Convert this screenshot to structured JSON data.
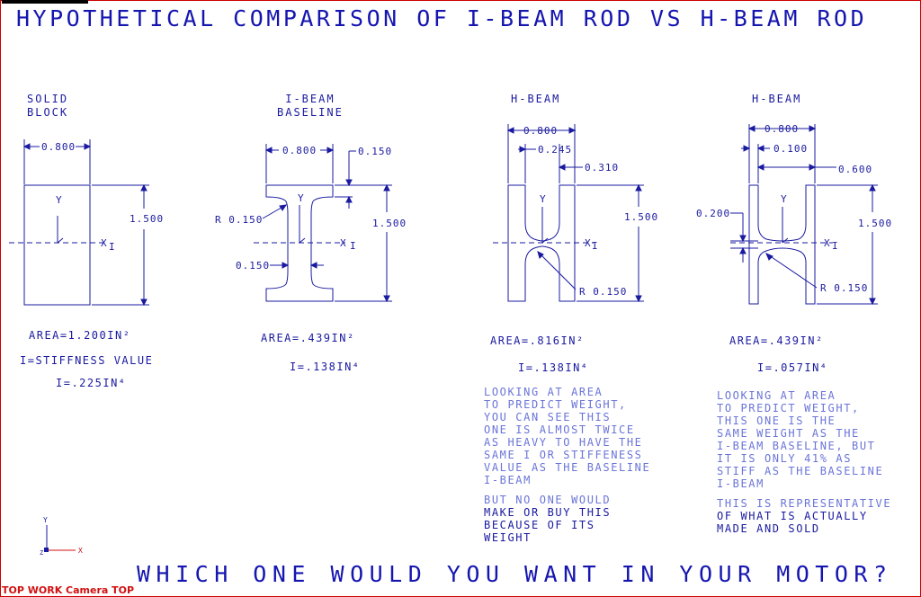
{
  "title": "HYPOTHETICAL COMPARISON OF I-BEAM ROD VS H-BEAM ROD",
  "question": "WHICH ONE WOULD YOU WANT IN YOUR MOTOR?",
  "viewport_label": "TOP WORK Camera TOP",
  "colors": {
    "ink": "#1a1aa0",
    "light_ink": "#6b75d8",
    "label_red": "#d01010",
    "frame": "#cc0000"
  },
  "solid": {
    "header_1": "SOLID",
    "header_2": "BLOCK",
    "width": "0.800",
    "height": "1.500",
    "area": "AREA=1.200IN²",
    "stiffness_label": "I=STIFFNESS VALUE",
    "inertia": "I=.225IN⁴"
  },
  "ibeam": {
    "header_1": "I-BEAM",
    "header_2": "BASELINE",
    "width": "0.800",
    "flange": "0.150",
    "height": "1.500",
    "radius": "R 0.150",
    "web": "0.150",
    "area": "AREA=.439IN²",
    "inertia": "I=.138IN⁴"
  },
  "hbeam1": {
    "header": "H-BEAM",
    "width": "0.800",
    "slot": "0.245",
    "depth": "0.310",
    "height": "1.500",
    "radius": "R 0.150",
    "area": "AREA=.816IN²",
    "inertia": "I=.138IN⁴",
    "note_lines": [
      "LOOKING AT AREA",
      "TO PREDICT WEIGHT,",
      "YOU CAN SEE THIS",
      "ONE IS ALMOST TWICE",
      "AS HEAVY TO HAVE THE",
      "SAME I OR STIFFENESS",
      "VALUE AS THE BASELINE",
      "I-BEAM"
    ],
    "note2_lines": [
      "BUT NO ONE WOULD",
      "MAKE OR BUY THIS",
      "BECAUSE OF ITS",
      "WEIGHT"
    ]
  },
  "hbeam2": {
    "header": "H-BEAM",
    "width": "0.800",
    "slot": "0.100",
    "depth": "0.600",
    "height": "1.500",
    "web": "0.200",
    "radius": "R 0.150",
    "area": "AREA=.439IN²",
    "inertia": "I=.057IN⁴",
    "note_lines": [
      "LOOKING AT AREA",
      "TO PREDICT WEIGHT,",
      "THIS ONE IS THE",
      "SAME WEIGHT AS THE",
      "I-BEAM BASELINE, BUT",
      "IT IS ONLY 41% AS",
      "STIFF AS THE BASELINE",
      "I-BEAM"
    ],
    "note2_lines": [
      "THIS IS REPRESENTATIVE",
      "OF WHAT IS ACTUALLY",
      "MADE AND SOLD"
    ]
  },
  "axes": {
    "x": "X",
    "y": "Y",
    "z": "Z",
    "i": "I"
  }
}
